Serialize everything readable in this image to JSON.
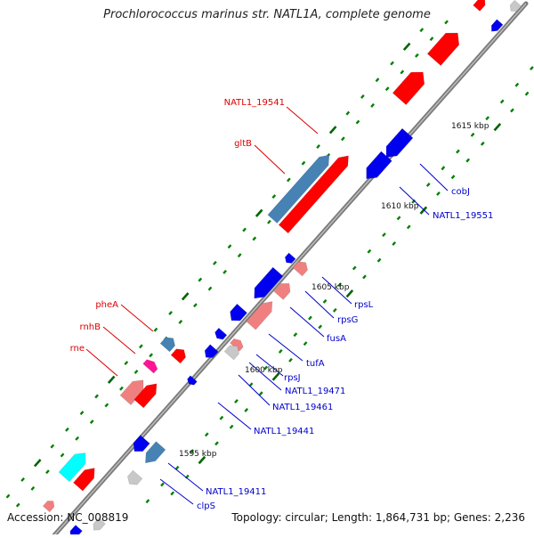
{
  "title": "Prochlorococcus marinus str. NATL1A, complete genome",
  "footer": {
    "accession": "Accession: NC_008819",
    "summary": "Topology: circular; Length: 1,864,731 bp; Genes: 2,236"
  },
  "colors": {
    "backbone": "#808080",
    "forward_gene": "#ff0000",
    "reverse_gene": "#0000ee",
    "rna_gene": "#f08080",
    "steel_gene": "#4682b4",
    "cyan_gene": "#00ffff",
    "magenta_gene": "#ff1493",
    "gray_gene": "#c8c8c8",
    "tick_major": "#006400",
    "tick_minor": "#008000",
    "label_forward": "#dd0000",
    "label_reverse": "#0000cc"
  },
  "scale_labels": [
    {
      "id": "1615",
      "text": "1615 kbp"
    },
    {
      "id": "1610",
      "text": "1610 kbp"
    },
    {
      "id": "1605",
      "text": "1605 kbp"
    },
    {
      "id": "1600",
      "text": "1600 kbp"
    },
    {
      "id": "1595",
      "text": "1595 kbp"
    }
  ],
  "gene_labels": [
    {
      "id": "natl1-19541",
      "text": "NATL1_19541",
      "strand": "forward"
    },
    {
      "id": "gltb",
      "text": "gltB",
      "strand": "forward"
    },
    {
      "id": "phea",
      "text": "pheA",
      "strand": "forward"
    },
    {
      "id": "rnhb",
      "text": "rnhB",
      "strand": "forward"
    },
    {
      "id": "rne",
      "text": "rne",
      "strand": "forward"
    },
    {
      "id": "cobj",
      "text": "cobJ",
      "strand": "reverse"
    },
    {
      "id": "natl1-19551",
      "text": "NATL1_19551",
      "strand": "reverse"
    },
    {
      "id": "rpsl",
      "text": "rpsL",
      "strand": "reverse"
    },
    {
      "id": "rpsg",
      "text": "rpsG",
      "strand": "reverse"
    },
    {
      "id": "fusa",
      "text": "fusA",
      "strand": "reverse"
    },
    {
      "id": "tufa",
      "text": "tufA",
      "strand": "reverse"
    },
    {
      "id": "rpsj",
      "text": "rpsJ",
      "strand": "reverse"
    },
    {
      "id": "natl1-19471",
      "text": "NATL1_19471",
      "strand": "reverse"
    },
    {
      "id": "natl1-19461",
      "text": "NATL1_19461",
      "strand": "reverse"
    },
    {
      "id": "natl1-19441",
      "text": "NATL1_19441",
      "strand": "reverse"
    },
    {
      "id": "natl1-19411",
      "text": "NATL1_19411",
      "strand": "reverse"
    },
    {
      "id": "clps",
      "text": "clpS",
      "strand": "reverse"
    }
  ]
}
